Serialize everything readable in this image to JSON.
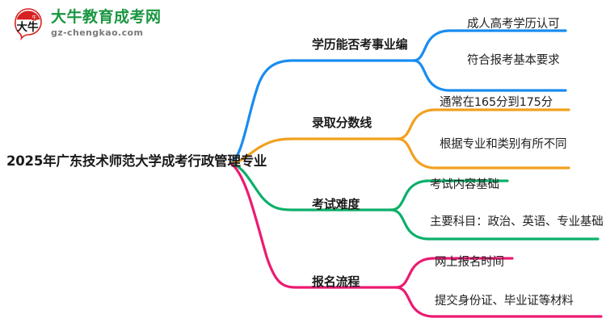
{
  "logo": {
    "mark_char": "大牛",
    "title": "大牛教育成考网",
    "subtitle": "gz-chengkao.com",
    "title_color": "#1a9641",
    "mark_color": "#d62222",
    "subtitle_color": "#7a7a7a"
  },
  "mindmap": {
    "root": {
      "label": "2025年广东技术师范大学成考行政管理专业"
    },
    "branches": [
      {
        "label": "学历能否考事业编",
        "color": "#1a8cf0",
        "leaves": [
          {
            "label": "成人高考学历认可"
          },
          {
            "label": "符合报考基本要求"
          }
        ]
      },
      {
        "label": "录取分数线",
        "color": "#f2a01e",
        "leaves": [
          {
            "label": "通常在165分到175分"
          },
          {
            "label": "根据专业和类别有所不同"
          }
        ]
      },
      {
        "label": "考试难度",
        "color": "#0cb06a",
        "leaves": [
          {
            "label": "考试内容基础"
          },
          {
            "label": "主要科目：政治、英语、专业基础"
          }
        ]
      },
      {
        "label": "报名流程",
        "color": "#ec1a72",
        "leaves": [
          {
            "label": "网上报名时间"
          },
          {
            "label": "提交身份证、毕业证等材料"
          }
        ]
      }
    ]
  }
}
